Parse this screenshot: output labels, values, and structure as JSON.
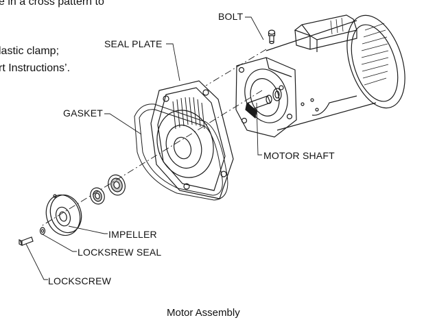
{
  "instructions": {
    "line1": "e in a cross pattern to",
    "line2": "lastic clamp;",
    "line3": "rt Instructions’."
  },
  "labels": {
    "bolt": "BOLT",
    "seal_plate": "SEAL PLATE",
    "gasket": "GASKET",
    "motor_shaft": "MOTOR SHAFT",
    "impeller": "IMPELLER",
    "lockscrew_seal": "LOCKSREW SEAL",
    "lockscrew": "LOCKSCREW"
  },
  "caption": "Motor Assembly"
}
